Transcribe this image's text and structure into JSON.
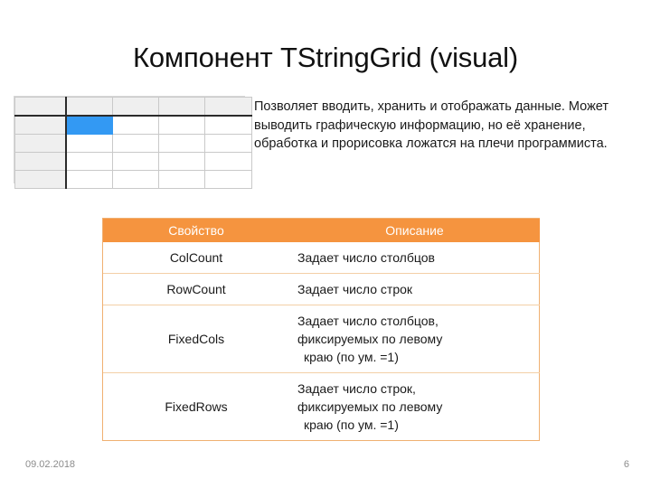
{
  "slide": {
    "title": "Компонент TStringGrid (visual)",
    "description": "Позволяет вводить, хранить и отображать данные. Может выводить графическую информацию, но её хранение, обработка и прорисовка ложатся на плечи программиста."
  },
  "grid_widget": {
    "name": "string-grid-preview",
    "columns": 5,
    "rows": 5,
    "fixed_cols": 1,
    "fixed_rows": 1,
    "selected_cell": {
      "row": 1,
      "col": 1
    },
    "colors": {
      "fixed_background": "#efefef",
      "cell_background": "#ffffff",
      "selection": "#3399f3",
      "gridline": "#c9c9c9",
      "fixed_separator": "#2b2b2b"
    }
  },
  "properties_table": {
    "headers": [
      "Свойство",
      "Описание"
    ],
    "header_color": "#f5943f",
    "rows": [
      {
        "property": "ColCount",
        "description_lines": [
          "Задает число столбцов"
        ]
      },
      {
        "property": "RowCount",
        "description_lines": [
          "Задает число строк"
        ]
      },
      {
        "property": "FixedCols",
        "description_lines": [
          "Задает число столбцов,",
          "фиксируемых по левому",
          "краю (по ум. =1)"
        ]
      },
      {
        "property": "FixedRows",
        "description_lines": [
          "Задает число строк,",
          "фиксируемых по левому",
          "краю (по ум. =1)"
        ]
      }
    ]
  },
  "footer": {
    "date": "09.02.2018",
    "page": "6"
  }
}
